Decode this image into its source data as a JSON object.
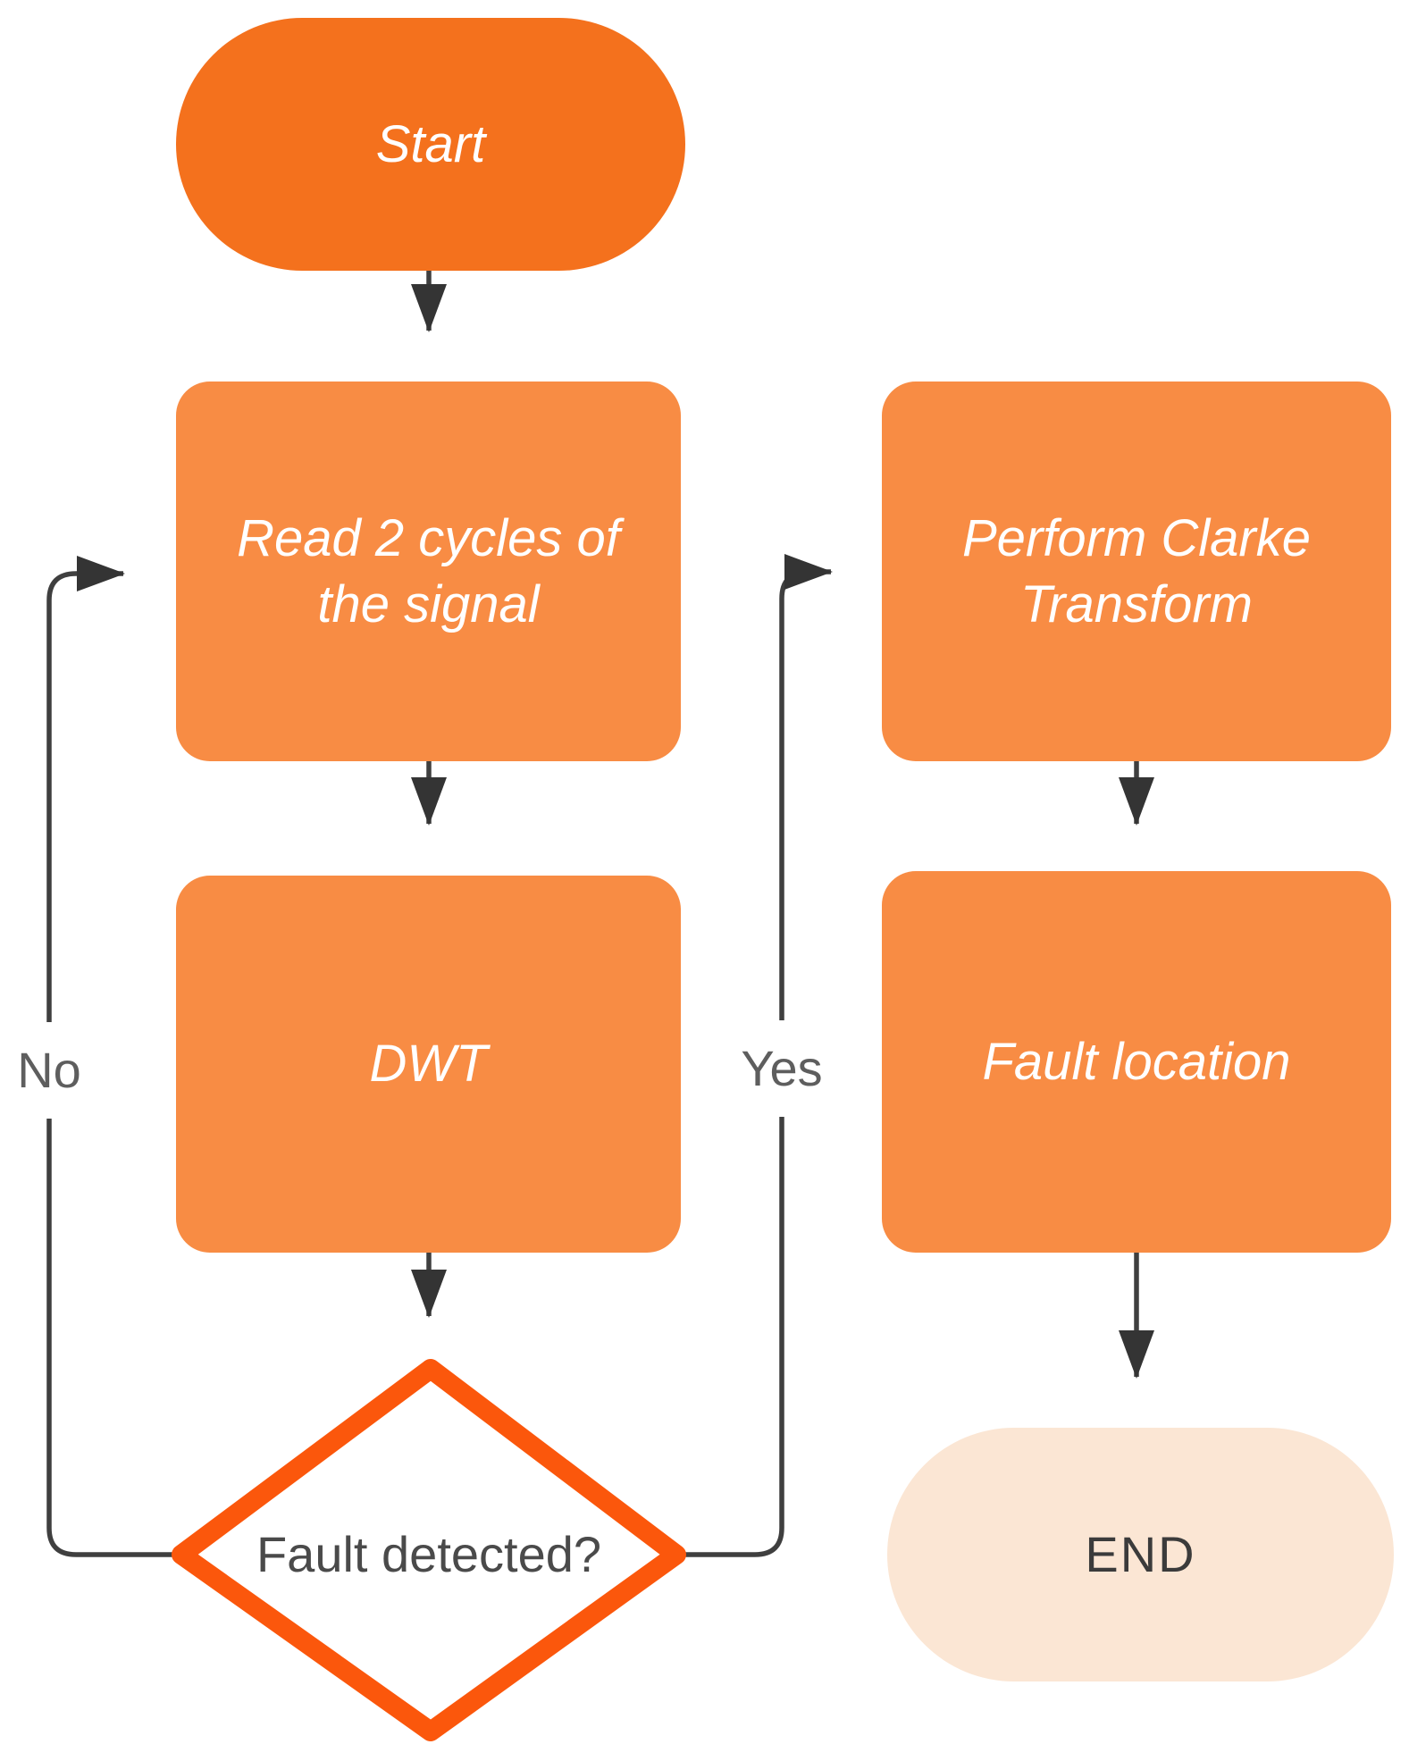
{
  "diagram": {
    "type": "flowchart",
    "colors": {
      "terminator_fill": "#F4711D",
      "process_fill": "#F88C44",
      "decision_border": "#FB570C",
      "decision_fill": "#FFFFFF",
      "end_fill": "#FBE6D4",
      "connector": "#3F3F3F",
      "arrowhead": "#343434",
      "box_text": "#FFFFFF",
      "decision_text": "#4A4A4A",
      "edge_label_text": "#5E5E5E",
      "end_text": "#3B3B3B"
    },
    "nodes": {
      "start": {
        "label": "Start",
        "shape": "terminator"
      },
      "read": {
        "line1": "Read 2 cycles of",
        "line2": "the signal",
        "shape": "process"
      },
      "dwt": {
        "label": "DWT",
        "shape": "process"
      },
      "decision": {
        "label": "Fault detected?",
        "shape": "diamond"
      },
      "clarke": {
        "line1": "Perform Clarke",
        "line2": "Transform",
        "shape": "process"
      },
      "fault_location": {
        "label": "Fault location",
        "shape": "process"
      },
      "end": {
        "label": "END",
        "shape": "terminator"
      }
    },
    "edges": {
      "no_label": "No",
      "yes_label": "Yes"
    }
  }
}
